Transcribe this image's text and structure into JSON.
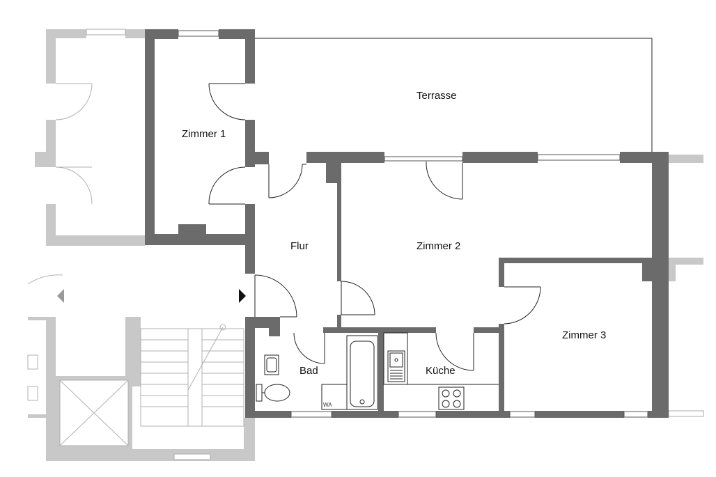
{
  "plan": {
    "rooms": [
      {
        "label": "Terrasse"
      },
      {
        "label": "Zimmer 1"
      },
      {
        "label": "Flur"
      },
      {
        "label": "Zimmer 2"
      },
      {
        "label": "Zimmer 3"
      },
      {
        "label": "Bad"
      },
      {
        "label": "Küche"
      }
    ],
    "fixture_label": "WA",
    "colors": {
      "wall": "#6b6b6b",
      "neighbor_wall": "#c8c8c8",
      "line": "#222222"
    }
  }
}
